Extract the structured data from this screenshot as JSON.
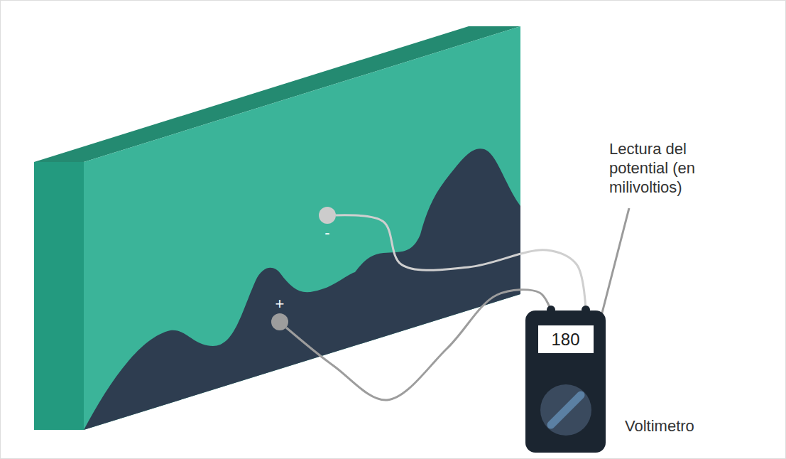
{
  "diagram": {
    "nodes": [
      {
        "text": [
          "-"
        ]
      },
      {
        "text": [
          "+"
        ]
      },
      {
        "text": [
          "Voltimetro"
        ]
      },
      {
        "text": [
          "180"
        ],
        "in": 2
      }
    ],
    "edges": [
      {
        "from": 0,
        "to": 2,
        "arrow": "none"
      },
      {
        "from": 1,
        "to": 2,
        "arrow": "none"
      }
    ],
    "labels": [
      "Lectura del potential (en milivoltios)"
    ]
  }
}
